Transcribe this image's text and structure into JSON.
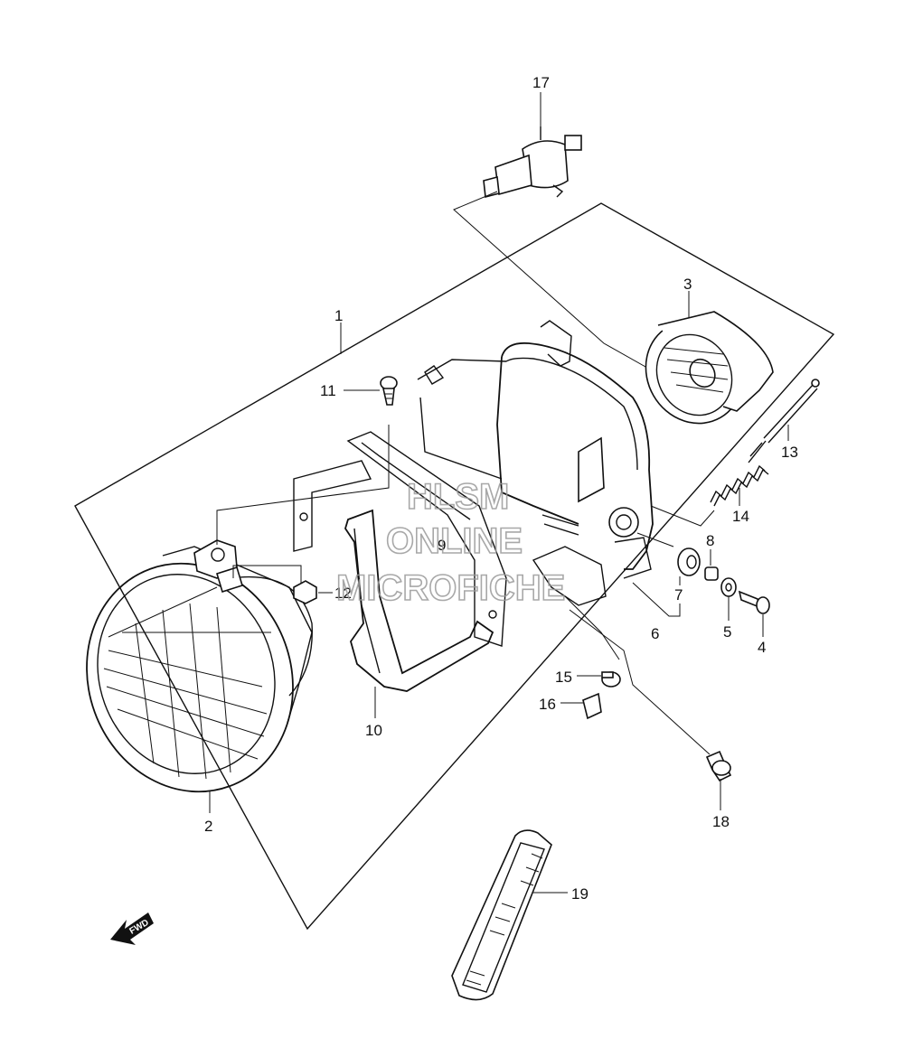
{
  "parts": [
    "1",
    "2",
    "3",
    "4",
    "5",
    "6",
    "7",
    "8",
    "9",
    "10",
    "11",
    "12",
    "13",
    "14",
    "15",
    "16",
    "17",
    "18",
    "19"
  ],
  "watermark": [
    "HLSM",
    "ONLINE",
    "MICROFICHE"
  ],
  "direction_indicator": "FWD"
}
